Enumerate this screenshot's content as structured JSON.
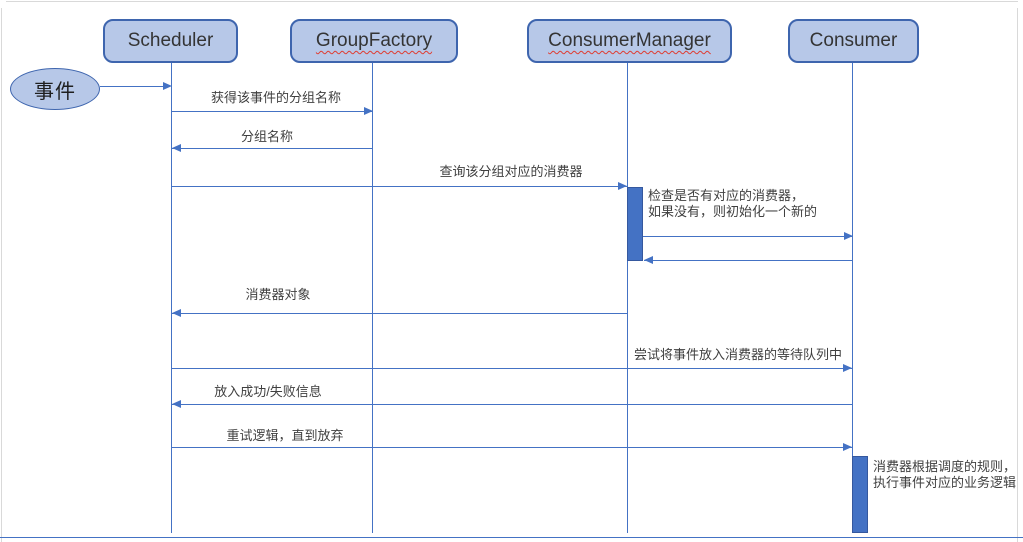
{
  "diagram": {
    "kind": "sequence-diagram",
    "actors": [
      {
        "label": "Scheduler",
        "spellcheck_underline": false
      },
      {
        "label": "GroupFactory",
        "spellcheck_underline": true
      },
      {
        "label": "ConsumerManager",
        "spellcheck_underline": true
      },
      {
        "label": "Consumer",
        "spellcheck_underline": false
      }
    ],
    "event_source": {
      "label": "事件"
    },
    "messages": [
      {
        "from": "事件",
        "to": "Scheduler",
        "label": ""
      },
      {
        "from": "Scheduler",
        "to": "GroupFactory",
        "label": "获得该事件的分组名称"
      },
      {
        "from": "GroupFactory",
        "to": "Scheduler",
        "label": "分组名称"
      },
      {
        "from": "Scheduler",
        "to": "ConsumerManager",
        "label": "查询该分组对应的消费器"
      },
      {
        "from": "ConsumerManager",
        "to": "Consumer",
        "label": ""
      },
      {
        "from": "Consumer",
        "to": "ConsumerManager",
        "label": ""
      },
      {
        "from": "ConsumerManager",
        "to": "Scheduler",
        "label": "消费器对象"
      },
      {
        "from": "Scheduler",
        "to": "Consumer",
        "label": "尝试将事件放入消费器的等待队列中"
      },
      {
        "from": "Consumer",
        "to": "Scheduler",
        "label": "放入成功/失败信息"
      },
      {
        "from": "Scheduler",
        "to": "Consumer",
        "label": "重试逻辑，直到放弃"
      }
    ],
    "annotations": [
      {
        "target": "ConsumerManager",
        "line1": "检查是否有对应的消费器，",
        "line2": "如果没有，则初始化一个新的"
      },
      {
        "target": "Consumer",
        "line1": "消费器根据调度的规则，",
        "line2": "执行事件对应的业务逻辑"
      }
    ],
    "colors": {
      "connector": "#4472c4",
      "activation": "#4472c4",
      "activation_border": "#35589e",
      "actor_fill": "#b7c8e8",
      "actor_border": "#3e65ae",
      "text": "#3f3f3f",
      "spellcheck": "#e03b30",
      "edge": "#d9d9d9"
    }
  }
}
